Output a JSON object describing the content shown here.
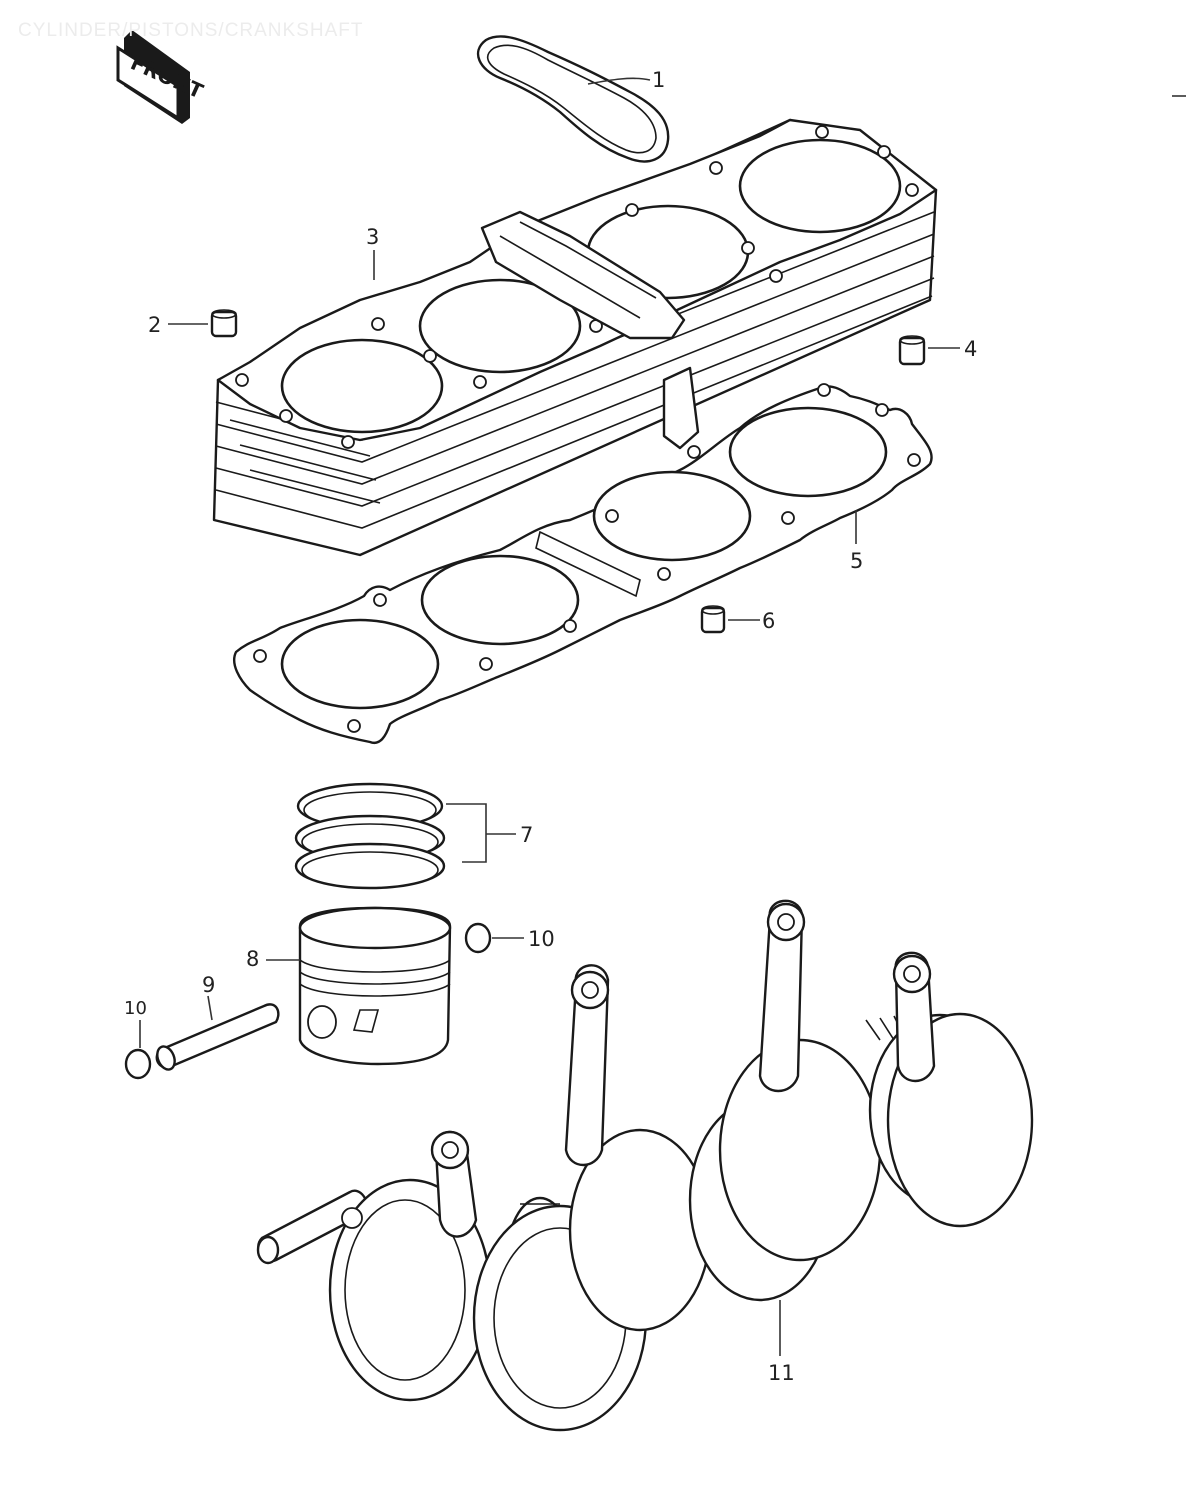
{
  "header": {
    "title": "CYLINDER/PISTONS/CRANKSHAFT"
  },
  "front_tag": {
    "label": "FRONT"
  },
  "callouts": {
    "c1": "1",
    "c2": "2",
    "c3": "3",
    "c4": "4",
    "c5": "5",
    "c6": "6",
    "c7": "7",
    "c8": "8",
    "c9": "9",
    "c10a": "10",
    "c10b": "10",
    "c11": "11"
  },
  "parts": {
    "c1": "valve cover gasket",
    "c2": "dowel pin",
    "c3": "cylinder block",
    "c4": "dowel pin",
    "c5": "cylinder base gasket",
    "c6": "dowel pin",
    "c7": "piston ring set",
    "c8": "piston",
    "c9": "piston pin",
    "c10": "circlip",
    "c11": "crankshaft assembly"
  }
}
